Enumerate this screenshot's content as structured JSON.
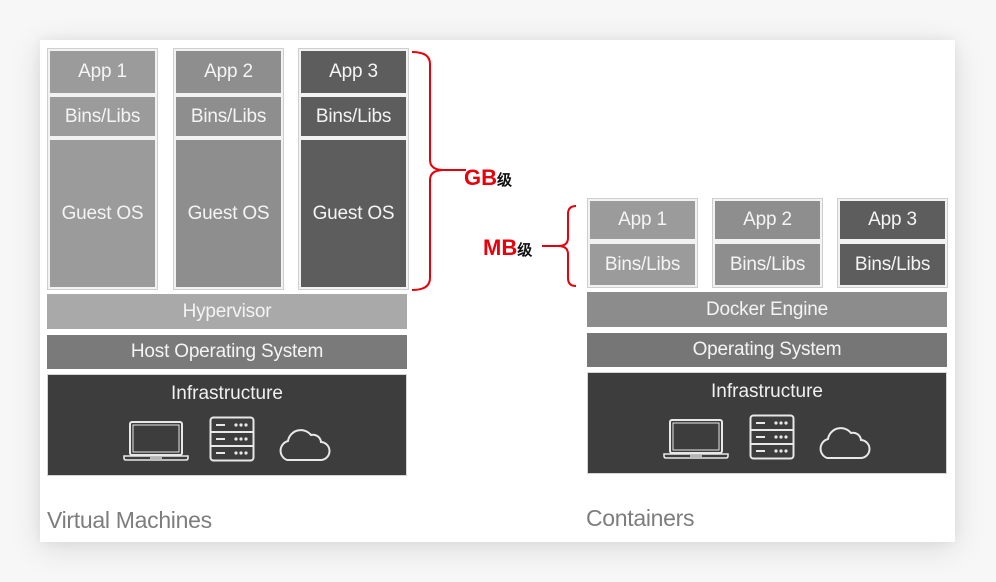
{
  "colors": {
    "annotation_red": "#e8000b",
    "infrastructure_bg": "#3d3d3d",
    "app3_dark": "#5d5d5d"
  },
  "vm": {
    "caption": "Virtual Machines",
    "apps": [
      {
        "app": "App 1",
        "libs": "Bins/Libs",
        "guest_os": "Guest OS"
      },
      {
        "app": "App 2",
        "libs": "Bins/Libs",
        "guest_os": "Guest OS"
      },
      {
        "app": "App 3",
        "libs": "Bins/Libs",
        "guest_os": "Guest OS"
      }
    ],
    "hypervisor": "Hypervisor",
    "host_os": "Host Operating System",
    "infrastructure": "Infrastructure",
    "icons": [
      "laptop-icon",
      "server-icon",
      "cloud-icon"
    ]
  },
  "containers": {
    "caption": "Containers",
    "apps": [
      {
        "app": "App 1",
        "libs": "Bins/Libs"
      },
      {
        "app": "App 2",
        "libs": "Bins/Libs"
      },
      {
        "app": "App 3",
        "libs": "Bins/Libs"
      }
    ],
    "engine": "Docker Engine",
    "os": "Operating System",
    "infrastructure": "Infrastructure",
    "icons": [
      "laptop-icon",
      "server-icon",
      "cloud-icon"
    ]
  },
  "annotations": {
    "gb": {
      "unit": "GB",
      "suffix": "级"
    },
    "mb": {
      "unit": "MB",
      "suffix": "级"
    }
  }
}
